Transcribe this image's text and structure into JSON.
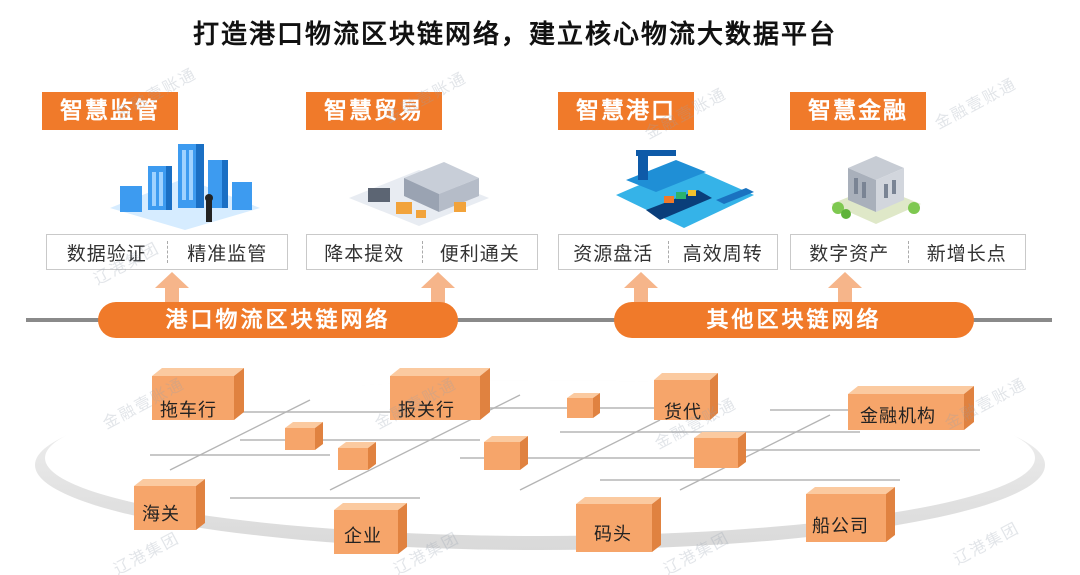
{
  "title": "打造港口物流区块链网络，建立核心物流大数据平台",
  "apps": [
    {
      "name": "智慧监管",
      "items": [
        "数据验证",
        "精准监管"
      ]
    },
    {
      "name": "智慧贸易",
      "items": [
        "降本提效",
        "便利通关"
      ]
    },
    {
      "name": "智慧港口",
      "items": [
        "资源盘活",
        "高效周转"
      ]
    },
    {
      "name": "智慧金融",
      "items": [
        "数字资产",
        "新增长点"
      ]
    }
  ],
  "networks": [
    "港口物流区块链网络",
    "其他区块链网络"
  ],
  "nodes": [
    "拖车行",
    "报关行",
    "货代",
    "金融机构",
    "海关",
    "企业",
    "码头",
    "船公司"
  ],
  "watermarks": [
    "金融壹账通",
    "辽港集团"
  ],
  "colors": {
    "accent": "#f07a2a",
    "baseline": "#8a8a8a",
    "icon_blue": "#2f8fe6"
  }
}
